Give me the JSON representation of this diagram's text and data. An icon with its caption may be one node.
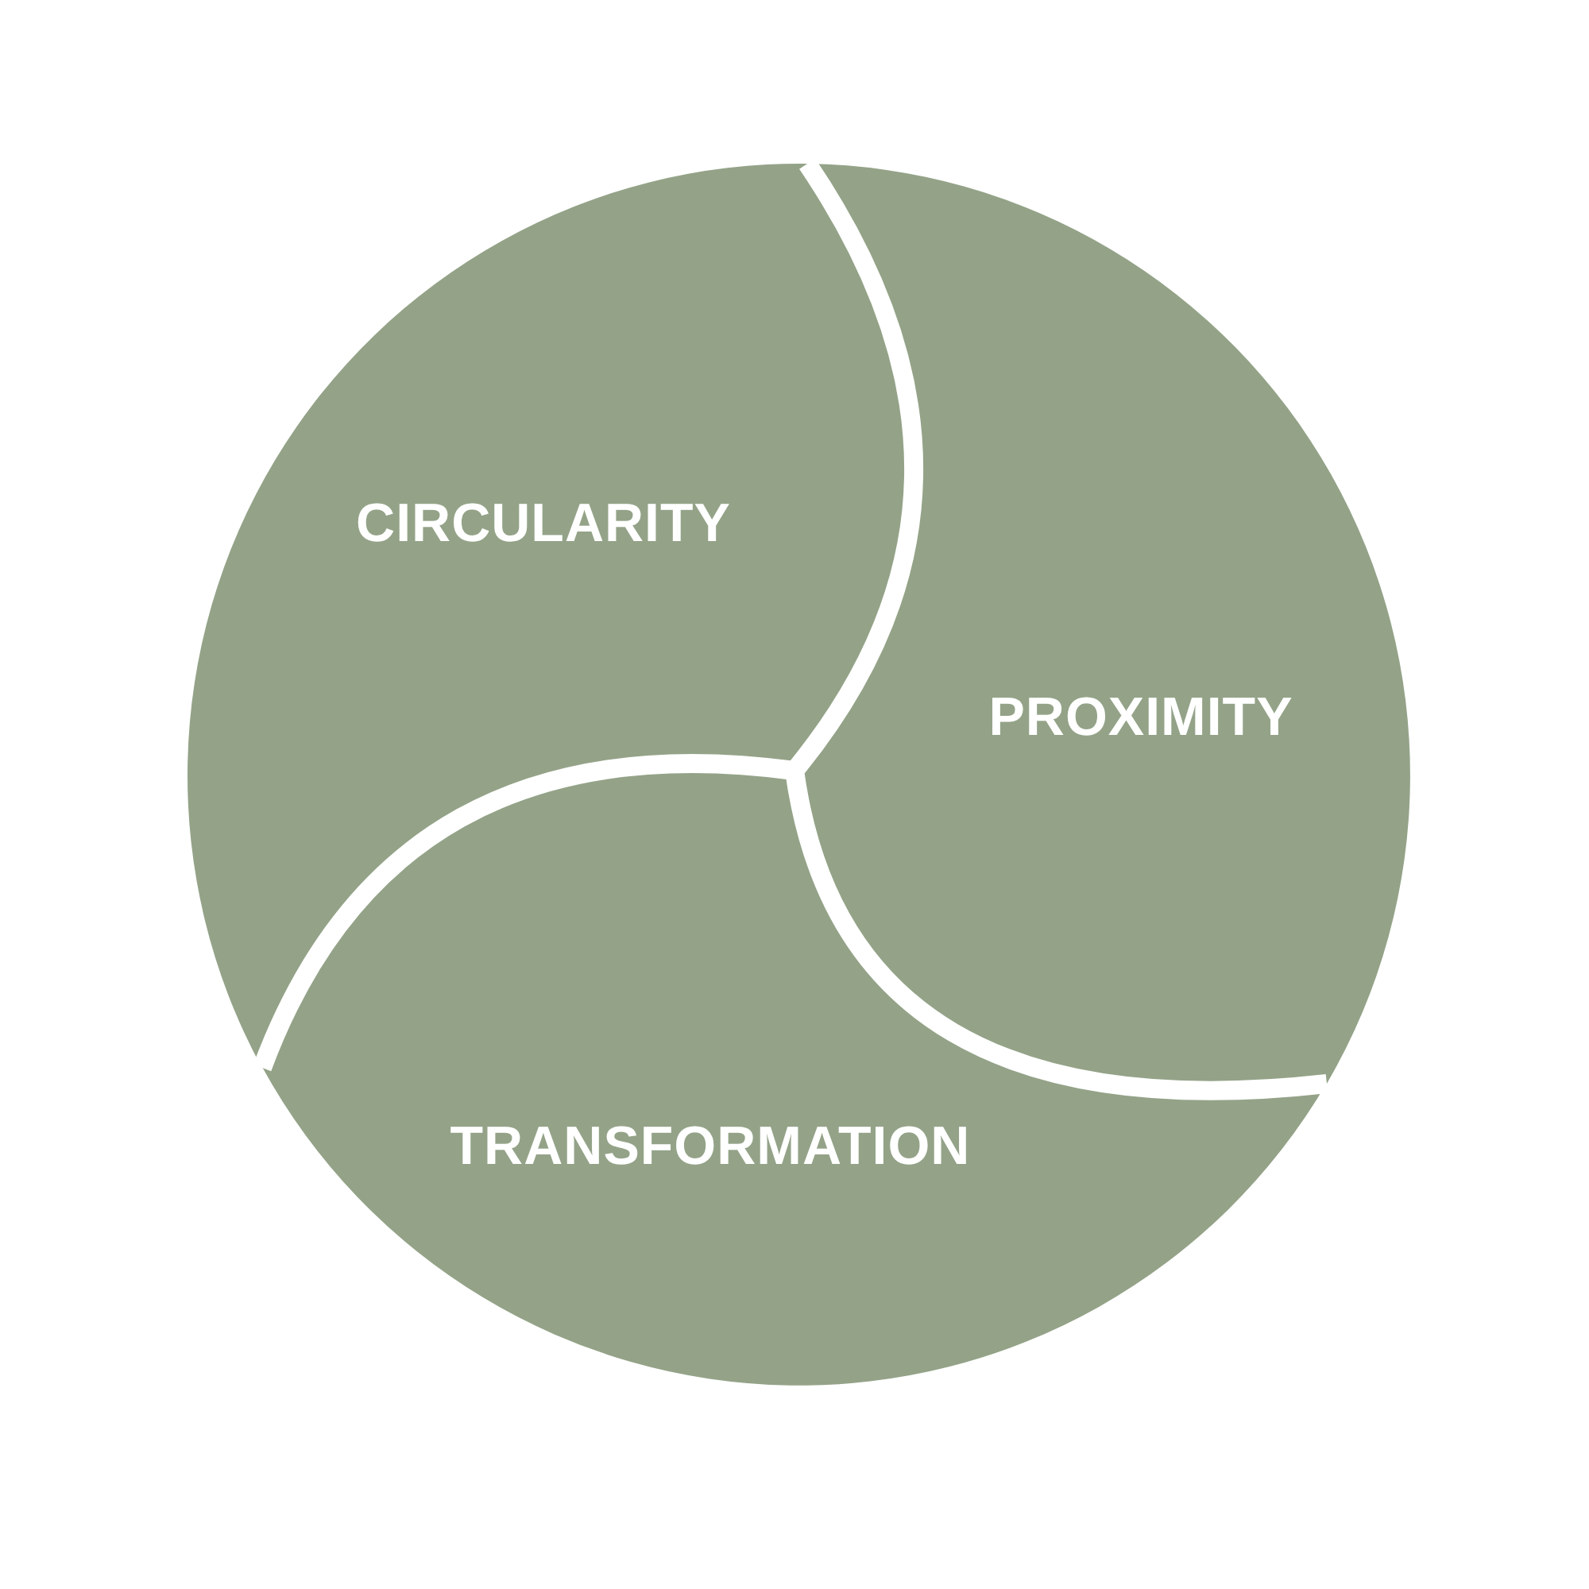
{
  "diagram": {
    "nodes": [
      {
        "text": [
          "CIRCULARITY"
        ]
      },
      {
        "text": [
          "PROXIMITY"
        ]
      },
      {
        "text": [
          "TRANSFORMATION"
        ]
      }
    ]
  }
}
